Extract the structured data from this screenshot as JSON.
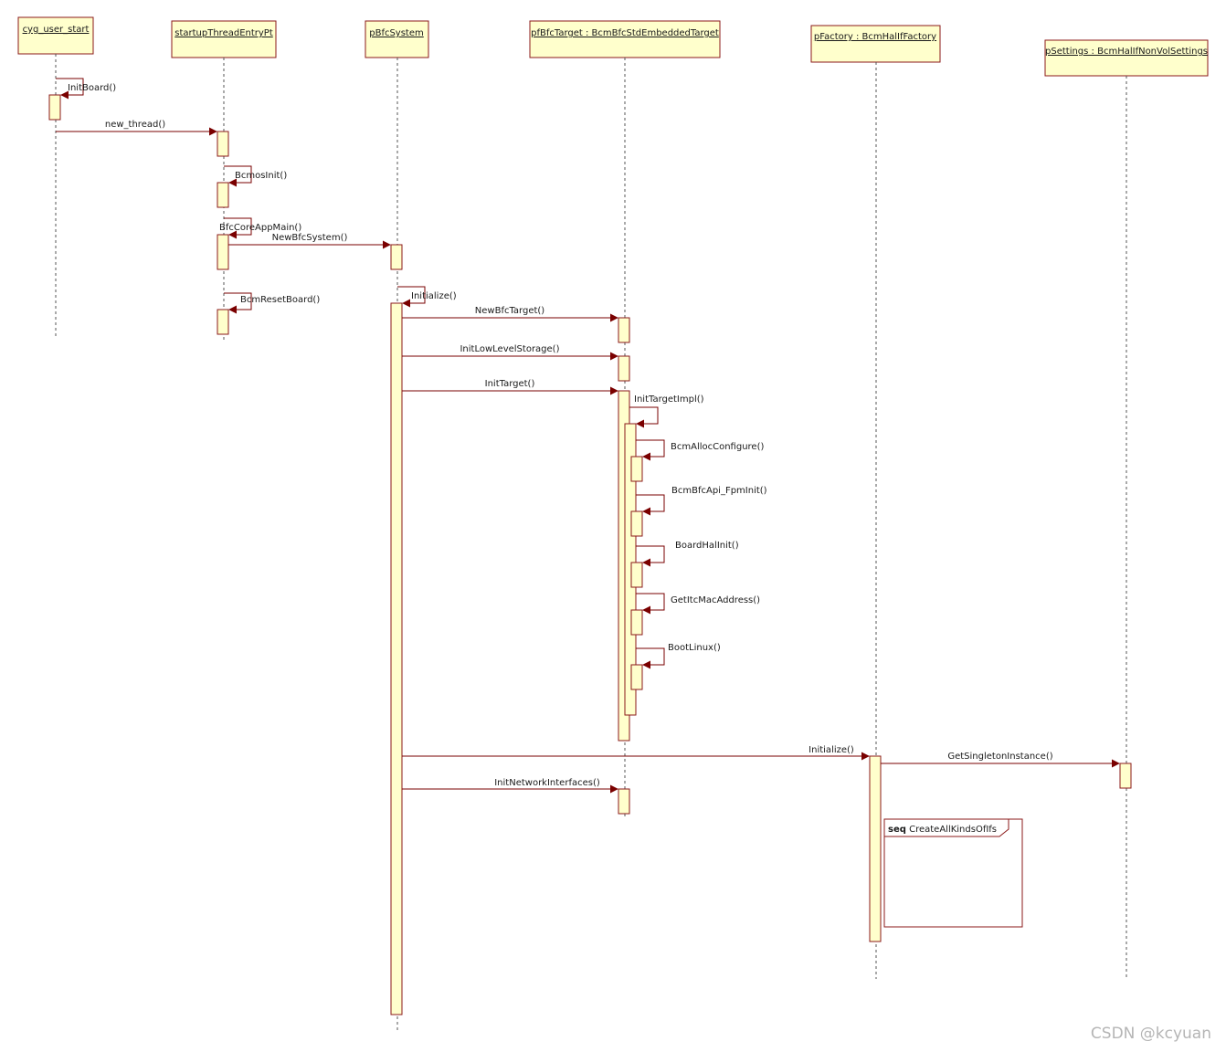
{
  "diagram": {
    "type": "sequence",
    "colors": {
      "box_fill": "#ffffcc",
      "box_stroke": "#8b1a1a",
      "arrow": "#7a0000",
      "lifeline": "#555555"
    },
    "lifelines": [
      {
        "id": "cyg",
        "label": "cyg_user_start"
      },
      {
        "id": "startup",
        "label": "startupThreadEntryPt"
      },
      {
        "id": "bfcsys",
        "label": "pBfcSystem"
      },
      {
        "id": "target",
        "label": "pfBfcTarget : BcmBfcStdEmbeddedTarget"
      },
      {
        "id": "factory",
        "label": "pFactory : BcmHalIfFactory"
      },
      {
        "id": "settings",
        "label": "pSettings : BcmHalIfNonVolSettings"
      }
    ],
    "messages": [
      {
        "label": "InitBoard()",
        "from": "cyg",
        "to": "cyg"
      },
      {
        "label": "new_thread()",
        "from": "cyg",
        "to": "startup"
      },
      {
        "label": "BcmosInit()",
        "from": "startup",
        "to": "startup"
      },
      {
        "label": "BfcCoreAppMain()",
        "from": "startup",
        "to": "startup"
      },
      {
        "label": "NewBfcSystem()",
        "from": "startup",
        "to": "bfcsys"
      },
      {
        "label": "BcmResetBoard()",
        "from": "startup",
        "to": "startup"
      },
      {
        "label": "Initialize()",
        "from": "bfcsys",
        "to": "bfcsys"
      },
      {
        "label": "NewBfcTarget()",
        "from": "bfcsys",
        "to": "target"
      },
      {
        "label": "InitLowLevelStorage()",
        "from": "bfcsys",
        "to": "target"
      },
      {
        "label": "InitTarget()",
        "from": "bfcsys",
        "to": "target"
      },
      {
        "label": "InitTargetImpl()",
        "from": "target",
        "to": "target"
      },
      {
        "label": "BcmAllocConfigure()",
        "from": "target",
        "to": "target"
      },
      {
        "label": "BcmBfcApi_FpmInit()",
        "from": "target",
        "to": "target"
      },
      {
        "label": "BoardHalInit()",
        "from": "target",
        "to": "target"
      },
      {
        "label": "GetItcMacAddress()",
        "from": "target",
        "to": "target"
      },
      {
        "label": "BootLinux()",
        "from": "target",
        "to": "target"
      },
      {
        "label": "Initialize()",
        "from": "bfcsys",
        "to": "factory"
      },
      {
        "label": "GetSingletonInstance()",
        "from": "factory",
        "to": "settings"
      },
      {
        "label": "InitNetworkInterfaces()",
        "from": "bfcsys",
        "to": "target"
      }
    ],
    "frame": {
      "keyword": "seq",
      "name": "CreateAllKindsOfIfs"
    }
  },
  "watermark": "CSDN @kcyuan"
}
